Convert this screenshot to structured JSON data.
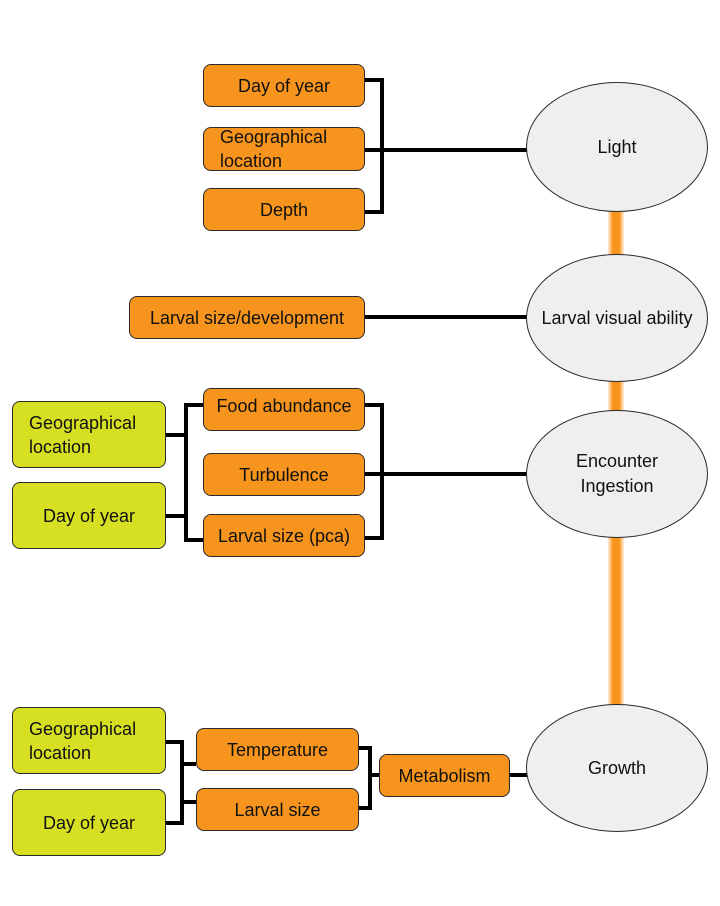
{
  "nodes": {
    "light": "Light",
    "visual_ability": "Larval visual ability",
    "encounter_line1": "Encounter",
    "encounter_line2": "Ingestion",
    "growth": "Growth",
    "light_day": "Day of year",
    "light_geo_line1": "Geographical",
    "light_geo_line2": "location",
    "light_depth": "Depth",
    "larval_size_dev": "Larval size/development",
    "food_abundance": "Food abundance",
    "turbulence": "Turbulence",
    "larval_size_pca": "Larval size (pca)",
    "enc_geo_line1": "Geographical",
    "enc_geo_line2": "location",
    "enc_day": "Day of year",
    "temperature": "Temperature",
    "larval_size": "Larval size",
    "metabolism": "Metabolism",
    "growth_geo_line1": "Geographical",
    "growth_geo_line2": "location",
    "growth_day": "Day of year"
  },
  "colors": {
    "orange": "#f7941d",
    "green": "#d7df23",
    "oval": "#efefef",
    "line": "#000000"
  }
}
